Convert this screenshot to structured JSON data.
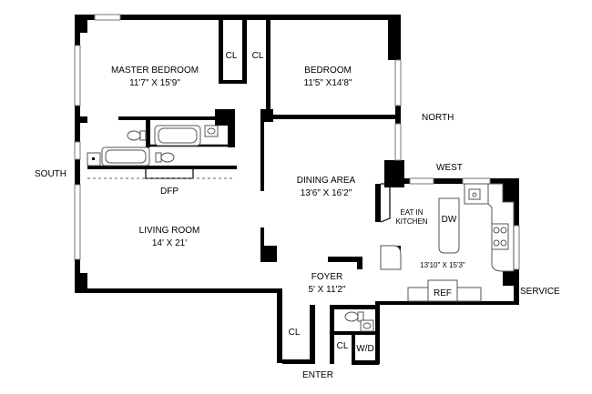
{
  "rooms": {
    "master_bedroom": {
      "name": "MASTER BEDROOM",
      "dims": "11'7\" X 15'9\""
    },
    "bedroom": {
      "name": "BEDROOM",
      "dims": "11'5\" X14'8\""
    },
    "dining_area": {
      "name": "DINING AREA",
      "dims": "13'6\" X 16'2\""
    },
    "living_room": {
      "name": "LIVING ROOM",
      "dims": "14' X 21'"
    },
    "foyer": {
      "name": "FOYER",
      "dims": "5' X 11'2\""
    },
    "kitchen": {
      "name_line1": "EAT IN",
      "name_line2": "KITCHEN",
      "dims": "13'10\" X 15'3\""
    }
  },
  "fixtures": {
    "closet_1": "CL",
    "closet_2": "CL",
    "closet_foyer": "CL",
    "closet_entry": "CL",
    "fireplace": "DFP",
    "dishwasher": "DW",
    "refrigerator": "REF",
    "washer_dryer": "W/D"
  },
  "directions": {
    "north": "NORTH",
    "south": "SOUTH",
    "west": "WEST",
    "service": "SERVICE",
    "enter": "ENTER"
  }
}
